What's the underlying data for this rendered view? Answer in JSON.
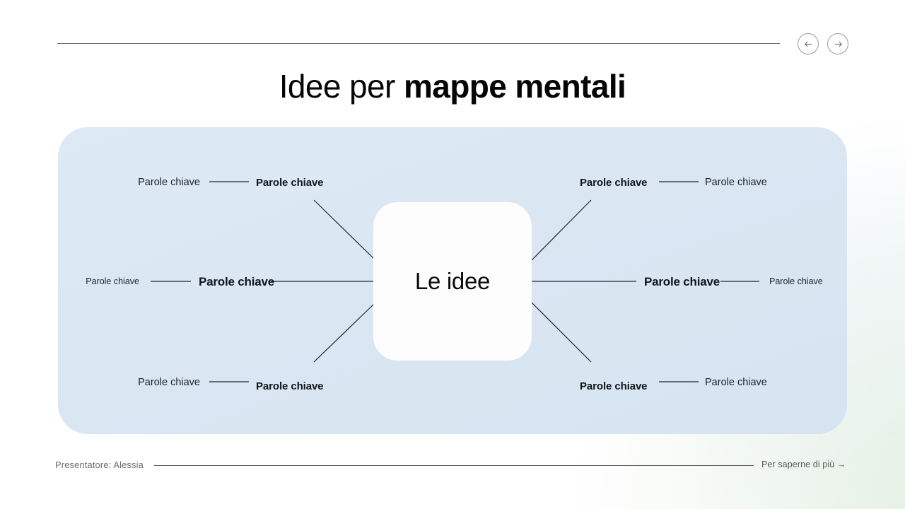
{
  "slide": {
    "title_regular": "Idee per ",
    "title_bold": "mappe mentali"
  },
  "nav": {
    "prev_label": "prev-slide",
    "next_label": "next-slide",
    "prev_icon": "arrow-left-icon",
    "next_icon": "arrow-right-icon"
  },
  "mindmap": {
    "center_label": "Le idee",
    "branches": [
      {
        "id": "top-left",
        "inner": "Parole chiave",
        "outer": "Parole chiave"
      },
      {
        "id": "middle-left",
        "inner": "Parole chiave",
        "outer": "Parole chiave"
      },
      {
        "id": "bottom-left",
        "inner": "Parole chiave",
        "outer": "Parole chiave"
      },
      {
        "id": "top-right",
        "inner": "Parole chiave",
        "outer": "Parole chiave"
      },
      {
        "id": "middle-right",
        "inner": "Parole chiave",
        "outer": "Parole chiave"
      },
      {
        "id": "bottom-right",
        "inner": "Parole chiave",
        "outer": "Parole chiave"
      }
    ]
  },
  "footer": {
    "presenter": "Presentatore: Alessia",
    "link": "Per saperne di più →"
  },
  "colors": {
    "panel_top": "#dde9f5",
    "panel_bottom": "#d6e4f1",
    "card": "#fdfdfd",
    "text": "#10151b",
    "muted": "#6e6e6e",
    "rule": "#6d6d6d"
  }
}
